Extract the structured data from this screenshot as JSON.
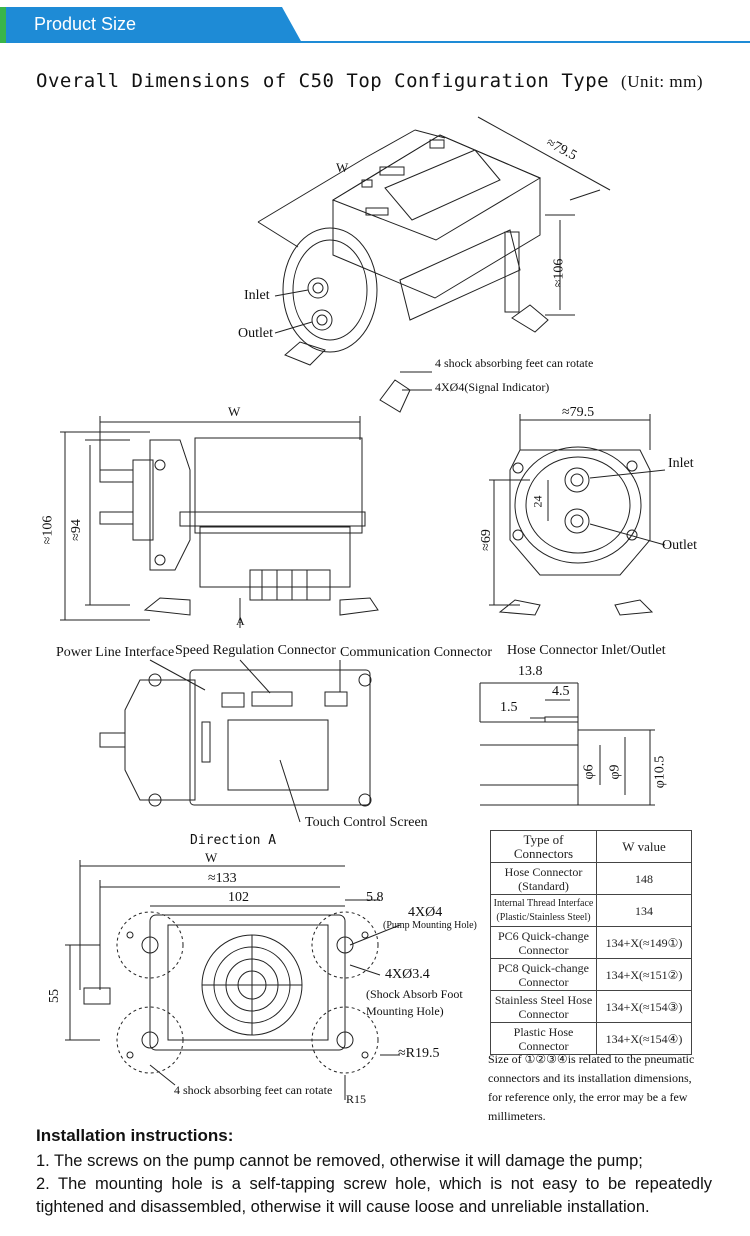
{
  "banner": {
    "title": "Product Size"
  },
  "heading": {
    "title": "Overall Dimensions of C50 Top Configuration Type",
    "unit": "(Unit: mm)"
  },
  "iso_view": {
    "w_label": "W",
    "width_dim": "≈79.5",
    "height_dim": "≈106",
    "inlet": "Inlet",
    "outlet": "Outlet",
    "feet_note": "4 shock absorbing feet can rotate",
    "signal_note": "4XØ4(Signal Indicator)"
  },
  "front_view": {
    "w_label": "W",
    "h_outer": "≈106",
    "h_inner": "≈94",
    "a_label": "A"
  },
  "side_view": {
    "width_dim": "≈79.5",
    "spacing": "24",
    "height": "≈69",
    "inlet": "Inlet",
    "outlet": "Outlet"
  },
  "top_view": {
    "power": "Power Line Interface",
    "speed": "Speed Regulation Connector",
    "comm": "Communication Connector",
    "screen": "Touch Control Screen"
  },
  "hose_detail": {
    "title": "Hose Connector Inlet/Outlet",
    "d1": "13.8",
    "d2": "4.5",
    "d3": "1.5",
    "d4": "φ6",
    "d5": "φ9",
    "d6": "φ10.5"
  },
  "bottom_view": {
    "direction": "Direction A",
    "w_label": "W",
    "w133": "≈133",
    "w102": "102",
    "d58": "5.8",
    "h55": "55",
    "hole4": "4XØ4",
    "pump_hole": "(Pump Mounting Hole)",
    "hole34": "4XØ3.4",
    "shock_hole_1": "(Shock Absorb Foot",
    "shock_hole_2": "Mounting Hole)",
    "r195": "≈R19.5",
    "r15": "R15",
    "feet_note": "4 shock absorbing feet can rotate"
  },
  "w_table": {
    "headers": [
      "Type of Connectors",
      "W value"
    ],
    "rows": [
      {
        "type": "Hose Connector (Standard)",
        "value": "148"
      },
      {
        "type": "Internal Thread Interface (Plastic/Stainless Steel)",
        "value": "134"
      },
      {
        "type": "PC6 Quick-change Connector",
        "value": "134+X(≈149①)"
      },
      {
        "type": "PC8 Quick-change Connector",
        "value": "134+X(≈151②)"
      },
      {
        "type": "Stainless Steel Hose Connector",
        "value": "134+X(≈154③)"
      },
      {
        "type": "Plastic Hose Connector",
        "value": "134+X(≈154④)"
      }
    ],
    "note": "Size of ①②③④is related to the pneumatic connectors and its installation dimensions, for reference only, the error may be a few millimeters."
  },
  "install": {
    "title": "Installation instructions:",
    "items": [
      "1. The screws on the pump cannot be removed, otherwise it will damage the pump;",
      "2. The mounting hole is a self-tapping screw hole, which is not easy to be repeatedly tightened and disassembled, otherwise it will cause loose and unreliable installation."
    ]
  }
}
